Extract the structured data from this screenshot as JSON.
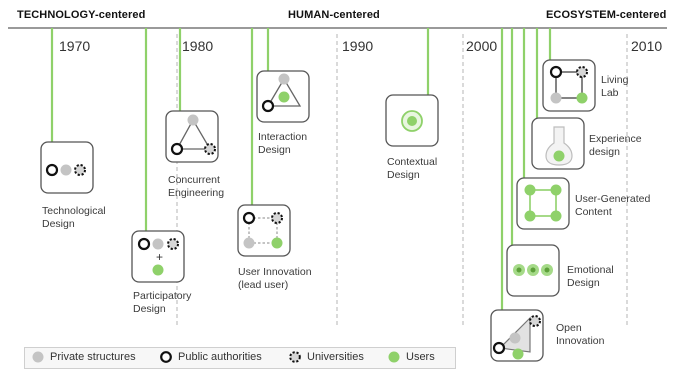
{
  "eras": {
    "technology": "TECHNOLOGY-centered",
    "human": "HUMAN-centered",
    "ecosystem": "ECOSYSTEM-centered"
  },
  "years": [
    "1970",
    "1980",
    "1990",
    "2000",
    "2010"
  ],
  "items": {
    "technological": "Technological\nDesign",
    "participatory": "Participatory\nDesign",
    "concurrent": "Concurrent\nEngineering",
    "interaction": "Interaction\nDesign",
    "user_innovation": "User Innovation\n(lead user)",
    "contextual": "Contextual\nDesign",
    "living_lab": "Living\nLab",
    "experience": "Experience\ndesign",
    "user_generated": "User-Generated\nContent",
    "emotional": "Emotional\nDesign",
    "open_innovation": "Open\nInnovation"
  },
  "legend": {
    "private": "Private structures",
    "public": "Public authorities",
    "universities": "Universities",
    "users": "Users"
  },
  "colors": {
    "green": "#8fd16a",
    "grey": "#c4c4c4",
    "line": "#9a9a9a"
  }
}
